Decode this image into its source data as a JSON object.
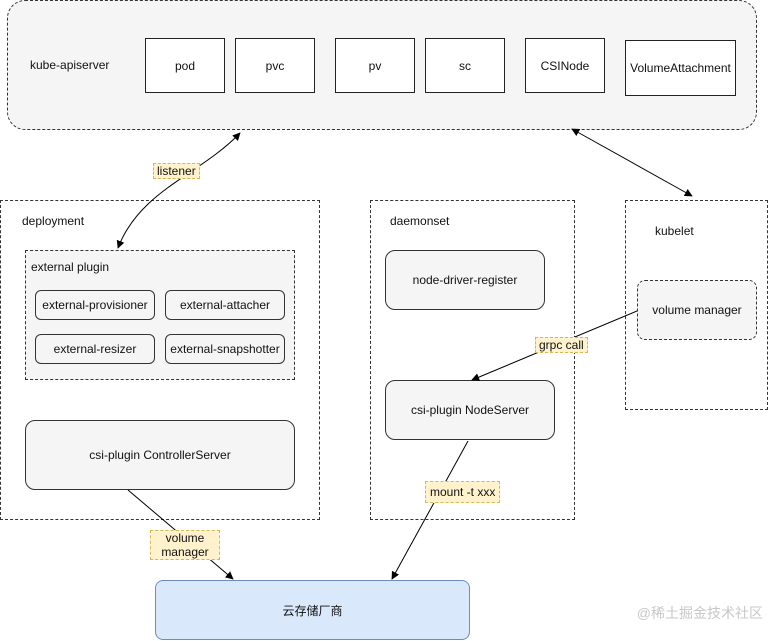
{
  "apiserver": {
    "title": "kube-apiserver",
    "resources": [
      "pod",
      "pvc",
      "pv",
      "sc",
      "CSINode",
      "VolumeAttachment"
    ]
  },
  "deployment": {
    "title": "deployment",
    "external_plugin": {
      "title": "external plugin",
      "sidecars": [
        "external-provisioner",
        "external-attacher",
        "external-resizer",
        "external-snapshotter"
      ]
    },
    "controller": "csi-plugin ControllerServer"
  },
  "daemonset": {
    "title": "daemonset",
    "registrar": "node-driver-register",
    "node_server": "csi-plugin NodeServer"
  },
  "kubelet": {
    "title": "kubelet",
    "volume_manager": "volume manager"
  },
  "edges": {
    "listener": "listener",
    "grpc": "grpc call",
    "mount": "mount -t xxx",
    "volume_manager": "volume manager"
  },
  "cloud": "云存储厂商",
  "watermark": "@稀土掘金技术社区"
}
